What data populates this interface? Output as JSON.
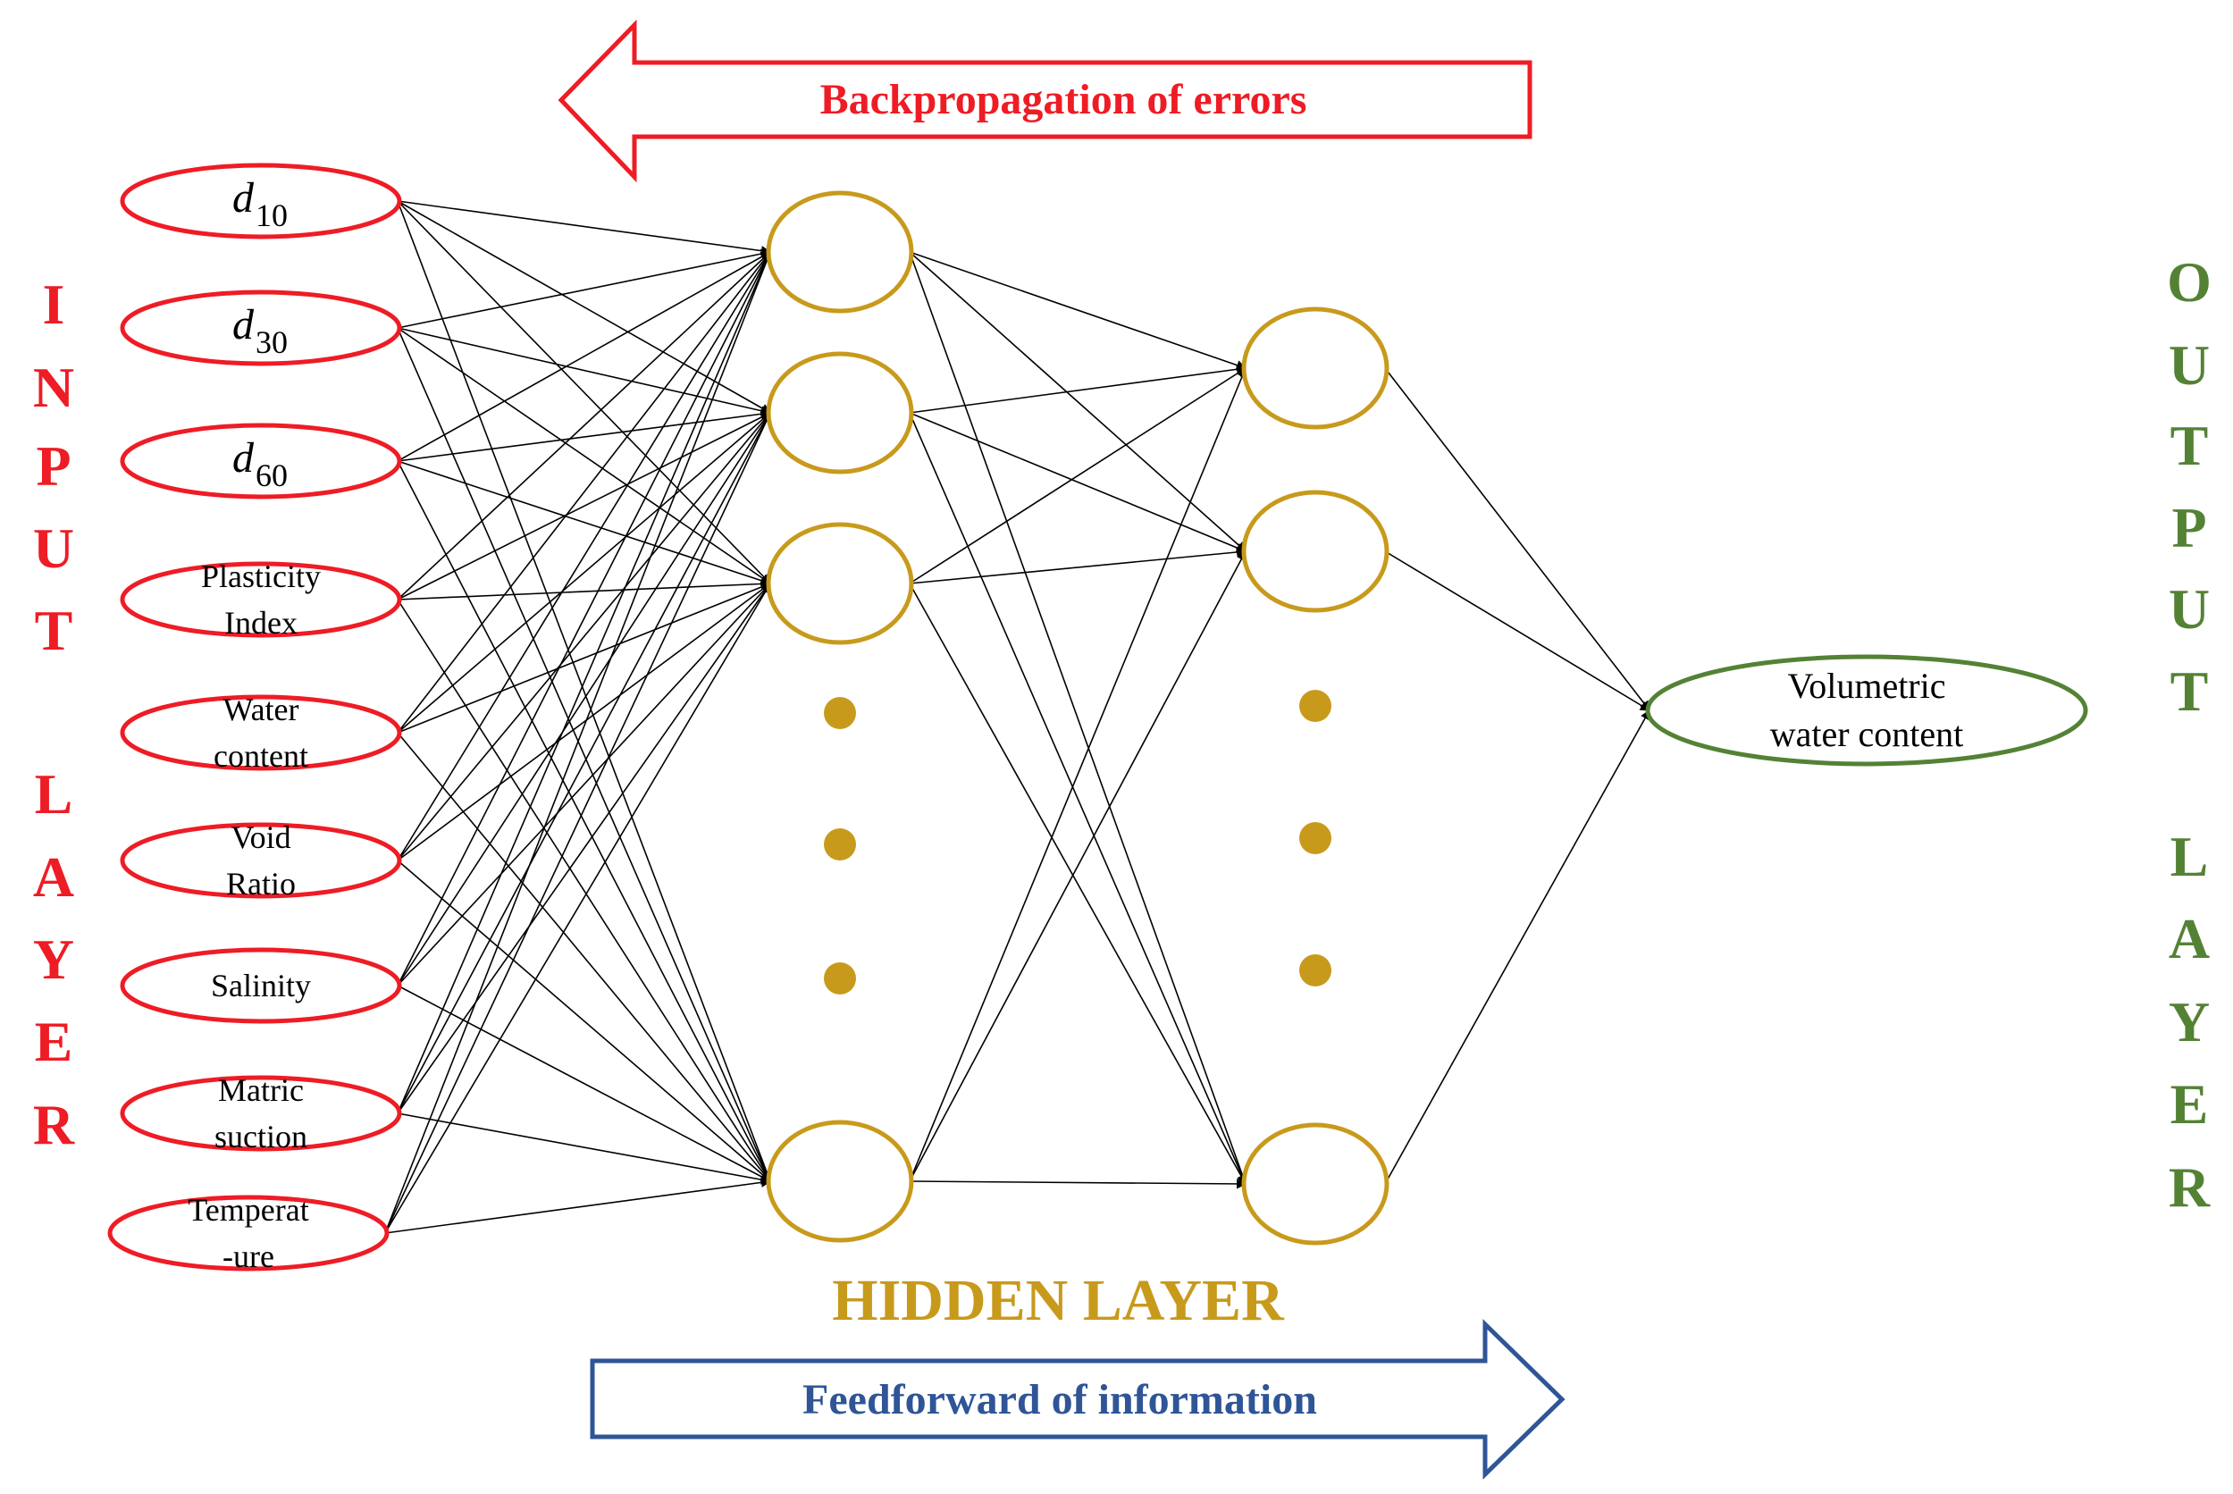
{
  "colors": {
    "input": "#ee1c25",
    "hidden": "#c89a1c",
    "output": "#548235",
    "feedforward": "#2f5597",
    "connection": "#000000"
  },
  "backprop_label": "Backpropagation of errors",
  "feedforward_label": "Feedforward of information",
  "input_layer_title": [
    "I",
    "N",
    "P",
    "U",
    "T",
    "",
    "L",
    "A",
    "Y",
    "E",
    "R"
  ],
  "output_layer_title": [
    "O",
    "U",
    "T",
    "P",
    "U",
    "T",
    "",
    "L",
    "A",
    "Y",
    "E",
    "R"
  ],
  "hidden_layer_title": "HIDDEN LAYER",
  "inputs": [
    {
      "base": "d",
      "sub": "10"
    },
    {
      "base": "d",
      "sub": "30"
    },
    {
      "base": "d",
      "sub": "60"
    },
    {
      "lines": [
        "Plasticity",
        "Index"
      ]
    },
    {
      "lines": [
        "Water",
        "content"
      ]
    },
    {
      "lines": [
        "Void",
        "Ratio"
      ]
    },
    {
      "lines": [
        "Salinity"
      ]
    },
    {
      "lines": [
        "Matric",
        "suction"
      ]
    },
    {
      "lines": [
        "Temperat",
        "-ure"
      ]
    }
  ],
  "output": {
    "lines": [
      "Volumetric",
      "water content"
    ]
  }
}
